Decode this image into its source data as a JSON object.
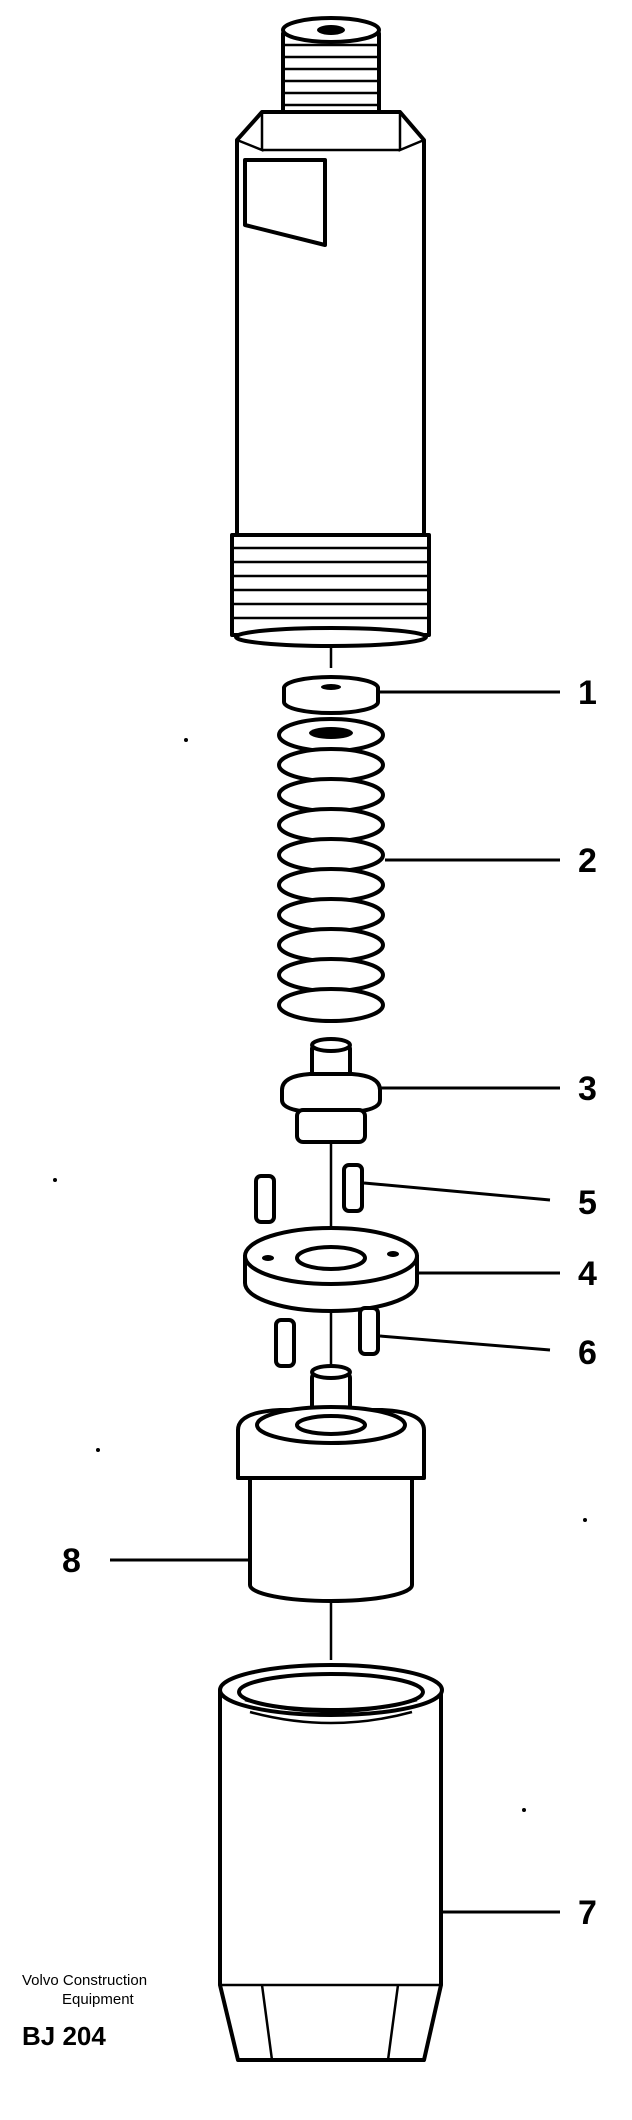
{
  "diagram": {
    "colors": {
      "ink": "#000000",
      "paper": "#ffffff"
    },
    "callouts": [
      {
        "id": "1",
        "label": "1"
      },
      {
        "id": "2",
        "label": "2"
      },
      {
        "id": "3",
        "label": "3"
      },
      {
        "id": "5",
        "label": "5"
      },
      {
        "id": "4",
        "label": "4"
      },
      {
        "id": "6",
        "label": "6"
      },
      {
        "id": "8",
        "label": "8"
      },
      {
        "id": "7",
        "label": "7"
      }
    ],
    "footer": {
      "company_line1": "Volvo Construction",
      "company_line2": "Equipment",
      "code": "BJ 204"
    }
  }
}
